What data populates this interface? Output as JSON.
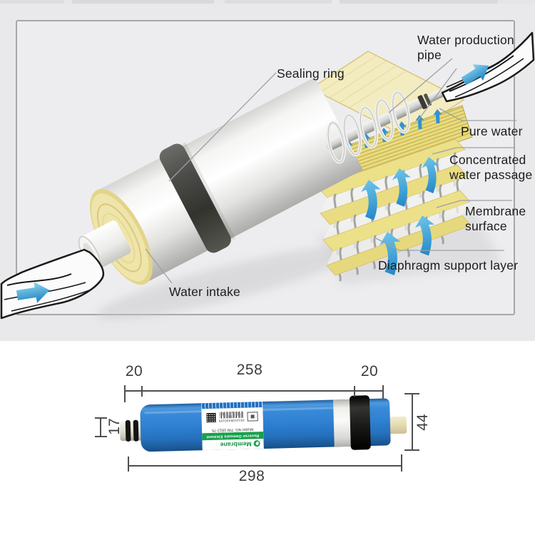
{
  "diagram": {
    "labels": {
      "water_production_pipe": "Water production pipe",
      "sealing_ring": "Sealing ring",
      "pure_water": "Pure water",
      "concentrated_water_passage": "Concentrated water passage",
      "membrane_surface": "Membrane surface",
      "diaphragm_support_layer": "Diaphragm support layer",
      "water_intake": "Water intake"
    }
  },
  "dimensions": {
    "seg_left": "20",
    "seg_mid": "258",
    "seg_right": "20",
    "stub": "17",
    "diameter": "44",
    "total": "298"
  },
  "product_label": {
    "brand": "Membrane",
    "type": "Reverse Osmosis Element",
    "model": "Model NO. TW-1812-75",
    "serial": "1812106430109"
  },
  "colors": {
    "cartridge_blue": "#2e80d2",
    "label_green": "#17a04b",
    "arrow_blue": "#2f93d2",
    "membrane_yellow": "#ecdf94",
    "dim_line": "#4f4f4f"
  }
}
